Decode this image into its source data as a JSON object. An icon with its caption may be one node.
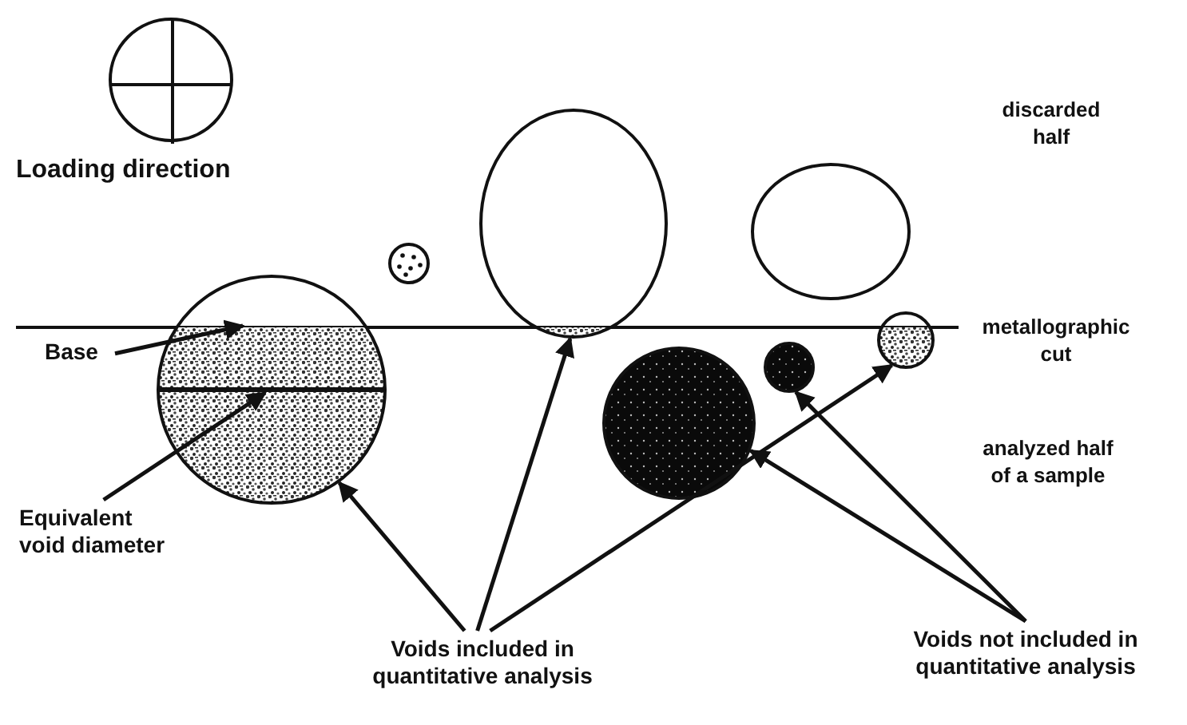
{
  "diagram": {
    "nodes": [
      {
        "text": [
          "Base"
        ]
      },
      {
        "text": [
          "Equivalent void diameter"
        ]
      },
      {
        "text": [
          "Voids included in quantitative analysis"
        ]
      },
      {
        "text": [
          "Voids not included in quantitative analysis"
        ]
      },
      {
        "text": [],
        "shape": "circle"
      },
      {
        "text": [],
        "shape": "circle"
      },
      {
        "text": [],
        "shape": "circle"
      },
      {
        "text": [],
        "shape": "circle"
      },
      {
        "text": [],
        "shape": "circle"
      },
      {
        "text": [],
        "shape": "circle"
      },
      {
        "text": [],
        "shape": "circle"
      }
    ],
    "edges": [
      {
        "from": 0,
        "to": 4,
        "arrow": "to"
      },
      {
        "from": 1,
        "to": 4,
        "arrow": "to"
      },
      {
        "from": 2,
        "to": 4,
        "arrow": "to"
      },
      {
        "from": 2,
        "to": 5,
        "arrow": "to"
      },
      {
        "from": 2,
        "to": 6,
        "arrow": "to"
      },
      {
        "from": 3,
        "to": 7,
        "arrow": "to"
      },
      {
        "from": 3,
        "to": 8,
        "arrow": "to"
      }
    ],
    "labels": [
      "Loading direction",
      "discarded half",
      "metallographic cut",
      "analyzed half of a sample"
    ]
  }
}
